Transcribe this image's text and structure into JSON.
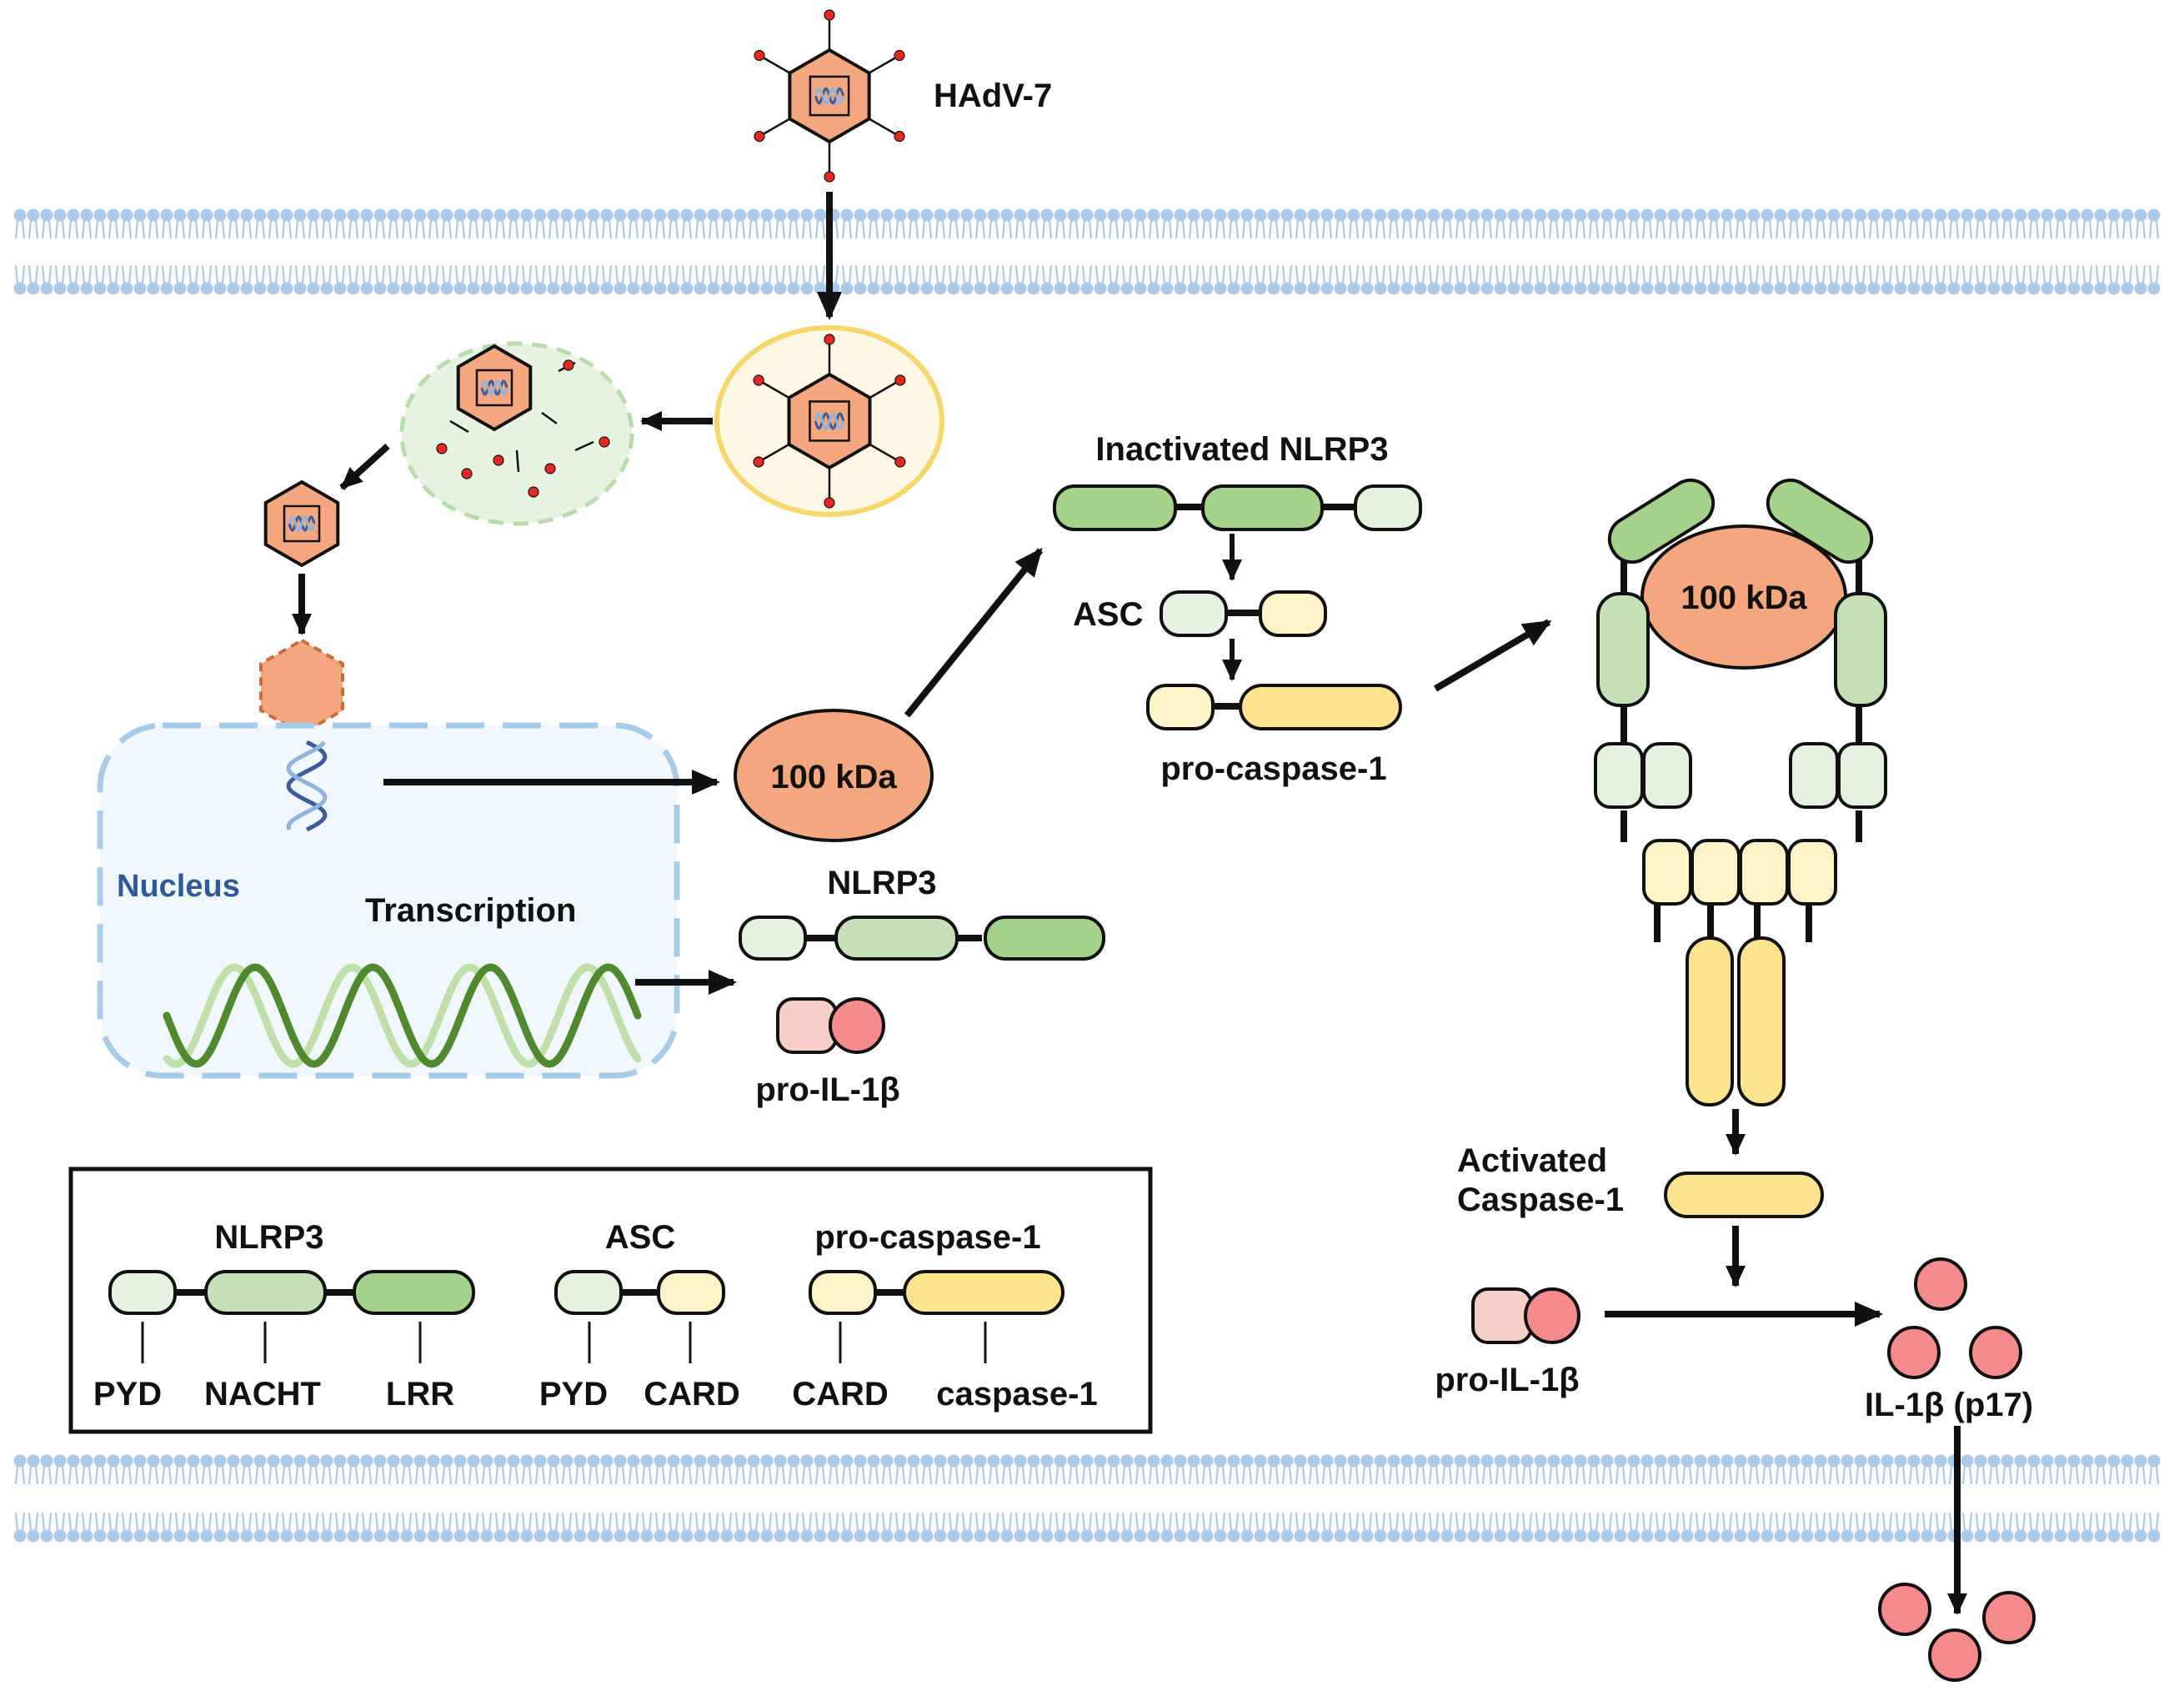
{
  "virus": {
    "label": "HAdV-7"
  },
  "nucleus": {
    "label": "Nucleus",
    "process_label": "Transcription"
  },
  "protein": {
    "label_center": "100 kDa",
    "label_complex": "100 kDa"
  },
  "products": {
    "nlrp3_label": "NLRP3",
    "pro_il1b_label": "pro-IL-1β"
  },
  "assembly": {
    "inactivated_label": "Inactivated NLRP3",
    "asc_label": "ASC",
    "procaspase_label": "pro-caspase-1"
  },
  "activation": {
    "activated_label_line1": "Activated",
    "activated_label_line2": "Caspase-1",
    "pro_il1b_label": "pro-IL-1β",
    "il1b_label": "IL-1β (p17)"
  },
  "legend": {
    "nlrp3": {
      "title": "NLRP3",
      "domains": [
        "PYD",
        "NACHT",
        "LRR"
      ]
    },
    "asc": {
      "title": "ASC",
      "domains": [
        "PYD",
        "CARD"
      ]
    },
    "procaspase": {
      "title": "pro-caspase-1",
      "domains": [
        "CARD",
        "caspase-1"
      ]
    }
  },
  "colors": {
    "membrane": "#a9cbe9",
    "capsid": "#f4a77e",
    "red_dot": "#e8281e",
    "pyd": "#e4f2df",
    "nacht": "#c6e0b7",
    "lrr": "#a5d28a",
    "card": "#fdf3c9",
    "caspase": "#fde38e",
    "il1b": "#f48a8c",
    "il1b_pro": "#f6cfc6",
    "nucleus_fill": "#f1f8fd",
    "nucleus_border": "#a6cce9",
    "endosome_fill": "#e7f4e1",
    "vesicle_fill": "#fef7e5",
    "vesicle_border": "#f7d66a"
  }
}
